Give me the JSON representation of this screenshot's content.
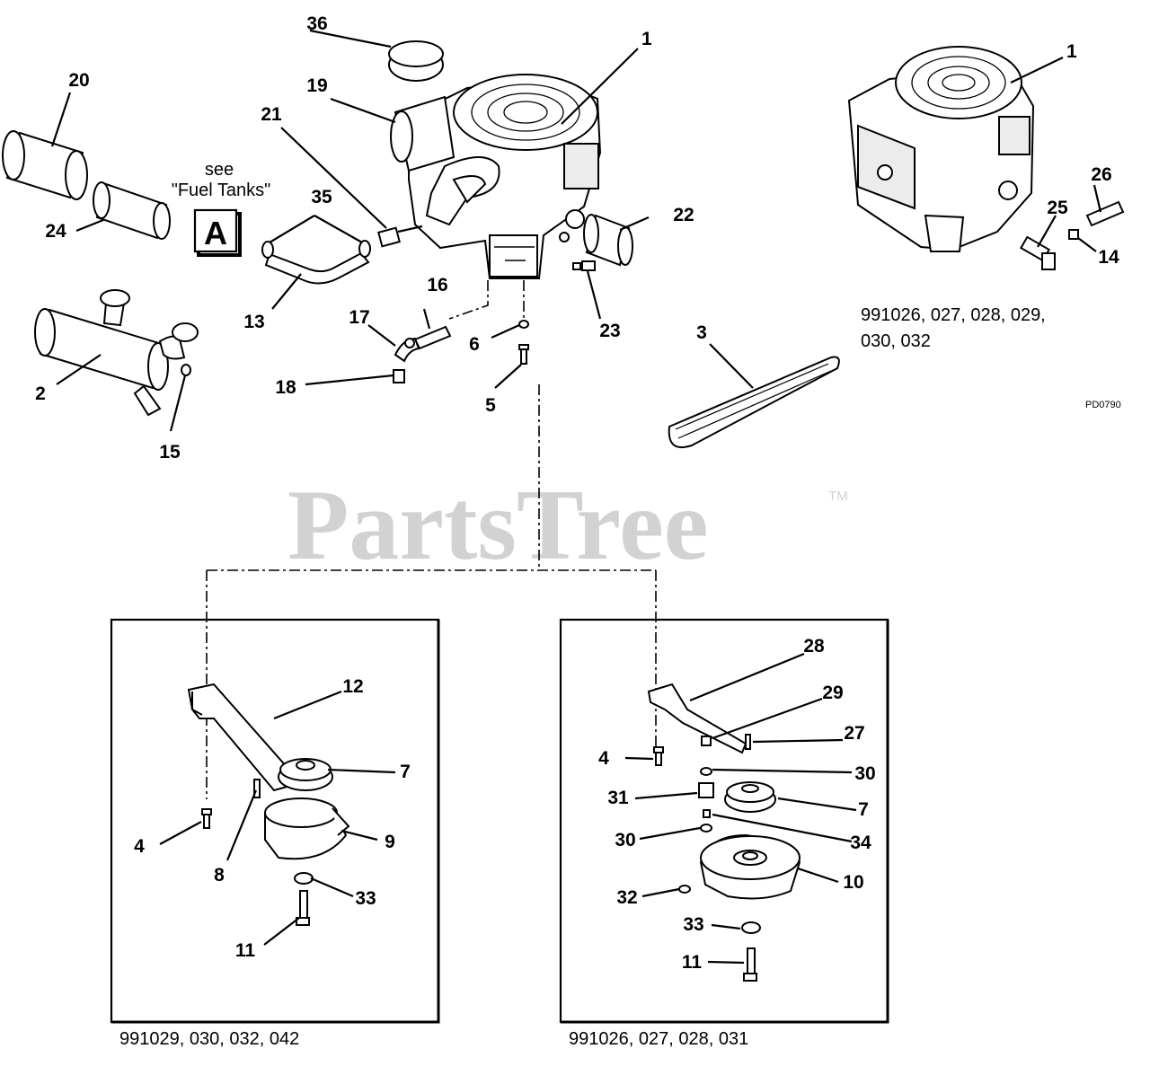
{
  "watermark": {
    "brand": "PartsTree",
    "trademark": "TM"
  },
  "drawing_code": "PD0790",
  "reference_note": {
    "line1": "see",
    "line2": "\"Fuel Tanks\"",
    "box_letter": "A"
  },
  "captions": {
    "engine_alt_line1": "991026, 027, 028, 029,",
    "engine_alt_line2": "030, 032",
    "left_box": "991029, 030, 032, 042",
    "right_box": "991026, 027, 028, 031"
  },
  "callouts": [
    "1",
    "1",
    "2",
    "3",
    "4",
    "4",
    "5",
    "6",
    "7",
    "7",
    "8",
    "9",
    "10",
    "11",
    "11",
    "12",
    "13",
    "14",
    "15",
    "16",
    "17",
    "18",
    "19",
    "20",
    "21",
    "22",
    "23",
    "24",
    "25",
    "26",
    "27",
    "28",
    "29",
    "30",
    "30",
    "31",
    "32",
    "33",
    "33",
    "34",
    "35",
    "36"
  ]
}
